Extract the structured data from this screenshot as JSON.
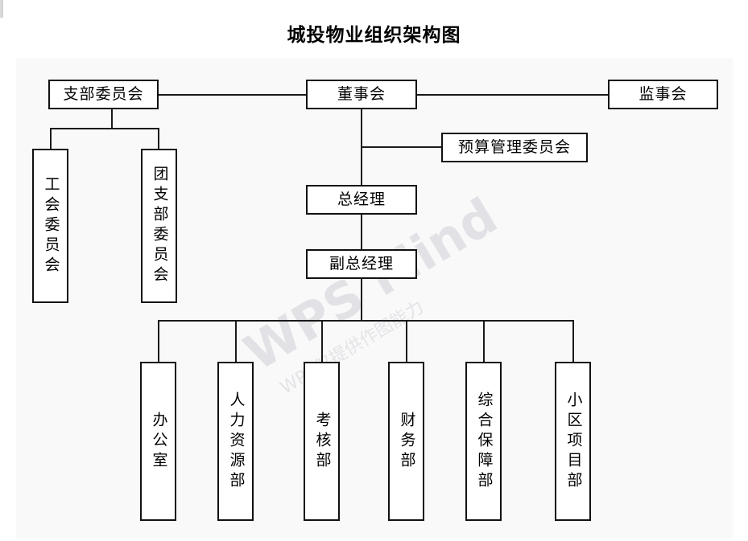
{
  "page": {
    "title": "城投物业组织架构图",
    "background_color": "#ffffff",
    "canvas_color": "#f9f9f9",
    "line_color": "#1a1a1a",
    "box_border_color": "#111111"
  },
  "watermark": {
    "main": "WPS Mind",
    "sub": "WPS仅提供作图能力",
    "color": "#e2e2e6"
  },
  "chart_data": {
    "type": "diagram",
    "title": "城投物业组织架构图",
    "nodes": [
      {
        "id": "branch_committee",
        "label": "支部委员会",
        "orientation": "horizontal",
        "level": 0
      },
      {
        "id": "board_of_directors",
        "label": "董事会",
        "orientation": "horizontal",
        "level": 0
      },
      {
        "id": "board_of_supervisors",
        "label": "监事会",
        "orientation": "horizontal",
        "level": 0
      },
      {
        "id": "union_committee",
        "label": "工会委员会",
        "orientation": "vertical",
        "level": 1
      },
      {
        "id": "youth_league",
        "label": "团支部委员会",
        "orientation": "vertical",
        "level": 1
      },
      {
        "id": "budget_committee",
        "label": "预算管理委员会",
        "orientation": "horizontal",
        "level": 1
      },
      {
        "id": "general_manager",
        "label": "总经理",
        "orientation": "horizontal",
        "level": 2
      },
      {
        "id": "deputy_manager",
        "label": "副总经理",
        "orientation": "horizontal",
        "level": 3
      },
      {
        "id": "dept_office",
        "label": "办公室",
        "orientation": "vertical",
        "level": 4
      },
      {
        "id": "dept_hr",
        "label": "人力资源部",
        "orientation": "vertical",
        "level": 4
      },
      {
        "id": "dept_assessment",
        "label": "考核部",
        "orientation": "vertical",
        "level": 4
      },
      {
        "id": "dept_finance",
        "label": "财务部",
        "orientation": "vertical",
        "level": 4
      },
      {
        "id": "dept_support",
        "label": "综合保障部",
        "orientation": "vertical",
        "level": 4
      },
      {
        "id": "dept_community",
        "label": "小区项目部",
        "orientation": "vertical",
        "level": 4
      }
    ],
    "edges": [
      {
        "from": "branch_committee",
        "to": "board_of_directors"
      },
      {
        "from": "board_of_directors",
        "to": "board_of_supervisors"
      },
      {
        "from": "branch_committee",
        "to": "union_committee"
      },
      {
        "from": "branch_committee",
        "to": "youth_league"
      },
      {
        "from": "board_of_directors",
        "to": "budget_committee"
      },
      {
        "from": "board_of_directors",
        "to": "general_manager"
      },
      {
        "from": "general_manager",
        "to": "deputy_manager"
      },
      {
        "from": "deputy_manager",
        "to": "dept_office"
      },
      {
        "from": "deputy_manager",
        "to": "dept_hr"
      },
      {
        "from": "deputy_manager",
        "to": "dept_assessment"
      },
      {
        "from": "deputy_manager",
        "to": "dept_finance"
      },
      {
        "from": "deputy_manager",
        "to": "dept_support"
      },
      {
        "from": "deputy_manager",
        "to": "dept_community"
      }
    ]
  }
}
